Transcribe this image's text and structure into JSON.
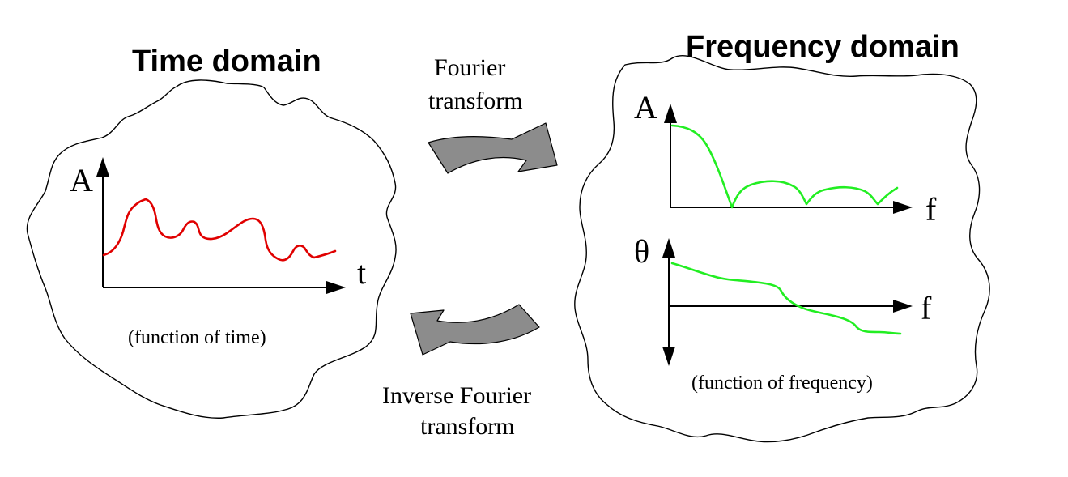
{
  "time_domain": {
    "title": "Time domain",
    "y_label": "A",
    "x_label": "t",
    "caption": "(function of time)"
  },
  "frequency_domain": {
    "title": "Frequency domain",
    "amplitude_plot": {
      "y_label": "A",
      "x_label": "f"
    },
    "phase_plot": {
      "y_label": "θ",
      "x_label": "f"
    },
    "caption": "(function of frequency)"
  },
  "forward_transform": {
    "line1": "Fourier",
    "line2": "transform"
  },
  "inverse_transform": {
    "line1": "Inverse Fourier",
    "line2": "transform"
  },
  "colors": {
    "time_signal": "#e00000",
    "frequency_signal": "#22ee22",
    "transform_arrow": "#8c8c8c"
  }
}
